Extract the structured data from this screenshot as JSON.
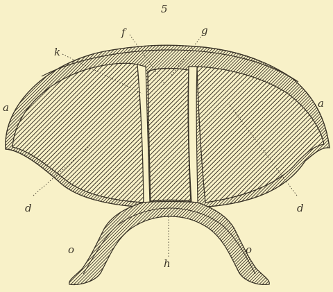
{
  "figure_number": "5",
  "labels": {
    "a_left": "a",
    "a_right": "a",
    "k": "k",
    "f": "f",
    "g": "g",
    "d_left": "d",
    "d_right": "d",
    "h": "h",
    "o_left": "o",
    "o_right": "o"
  },
  "colors": {
    "paper": "#f8f1c8",
    "ink": "#3a3428"
  }
}
